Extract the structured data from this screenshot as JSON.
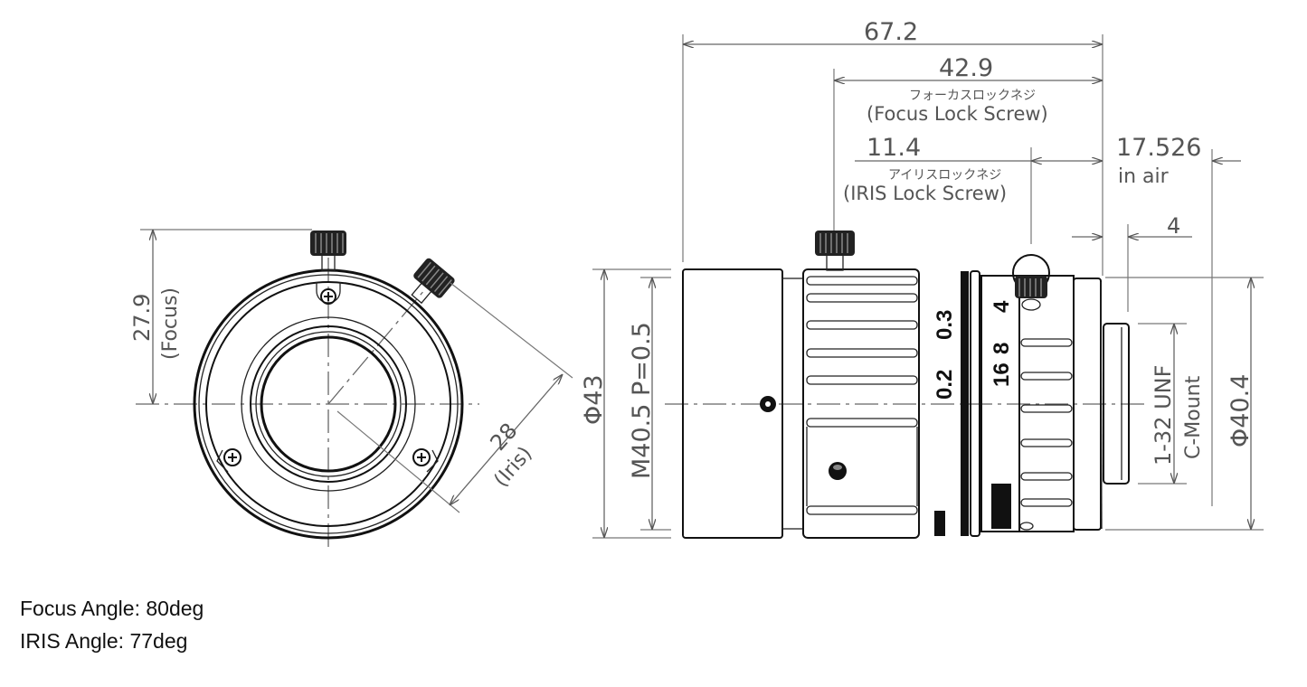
{
  "front_view": {
    "focus_dim": "27.9",
    "focus_label": "(Focus)",
    "iris_dim": "28",
    "iris_label": "(Iris)"
  },
  "side_view": {
    "overall_length": "67.2",
    "focus_screw_dim": "42.9",
    "focus_screw_label_jp": "フォーカスロックネジ",
    "focus_screw_label": "(Focus Lock Screw)",
    "iris_screw_dim": "11.4",
    "iris_screw_label_jp": "アイリスロックネジ",
    "iris_screw_label": "(IRIS Lock Screw)",
    "flange_back": "17.526",
    "flange_back_note": "in air",
    "mount_depth": "4",
    "outer_diameter": "Φ43",
    "filter_thread": "M40.5 P=0.5",
    "rear_diameter": "Φ40.4",
    "mount_thread": "1-32 UNF",
    "mount_type": "C-Mount",
    "focus_scale": [
      "0.2",
      "0.3"
    ],
    "iris_scale": [
      "16",
      "8",
      "4"
    ]
  },
  "notes": [
    {
      "label": "Focus Angle: 80deg"
    },
    {
      "label": "IRIS Angle: 77deg"
    }
  ]
}
